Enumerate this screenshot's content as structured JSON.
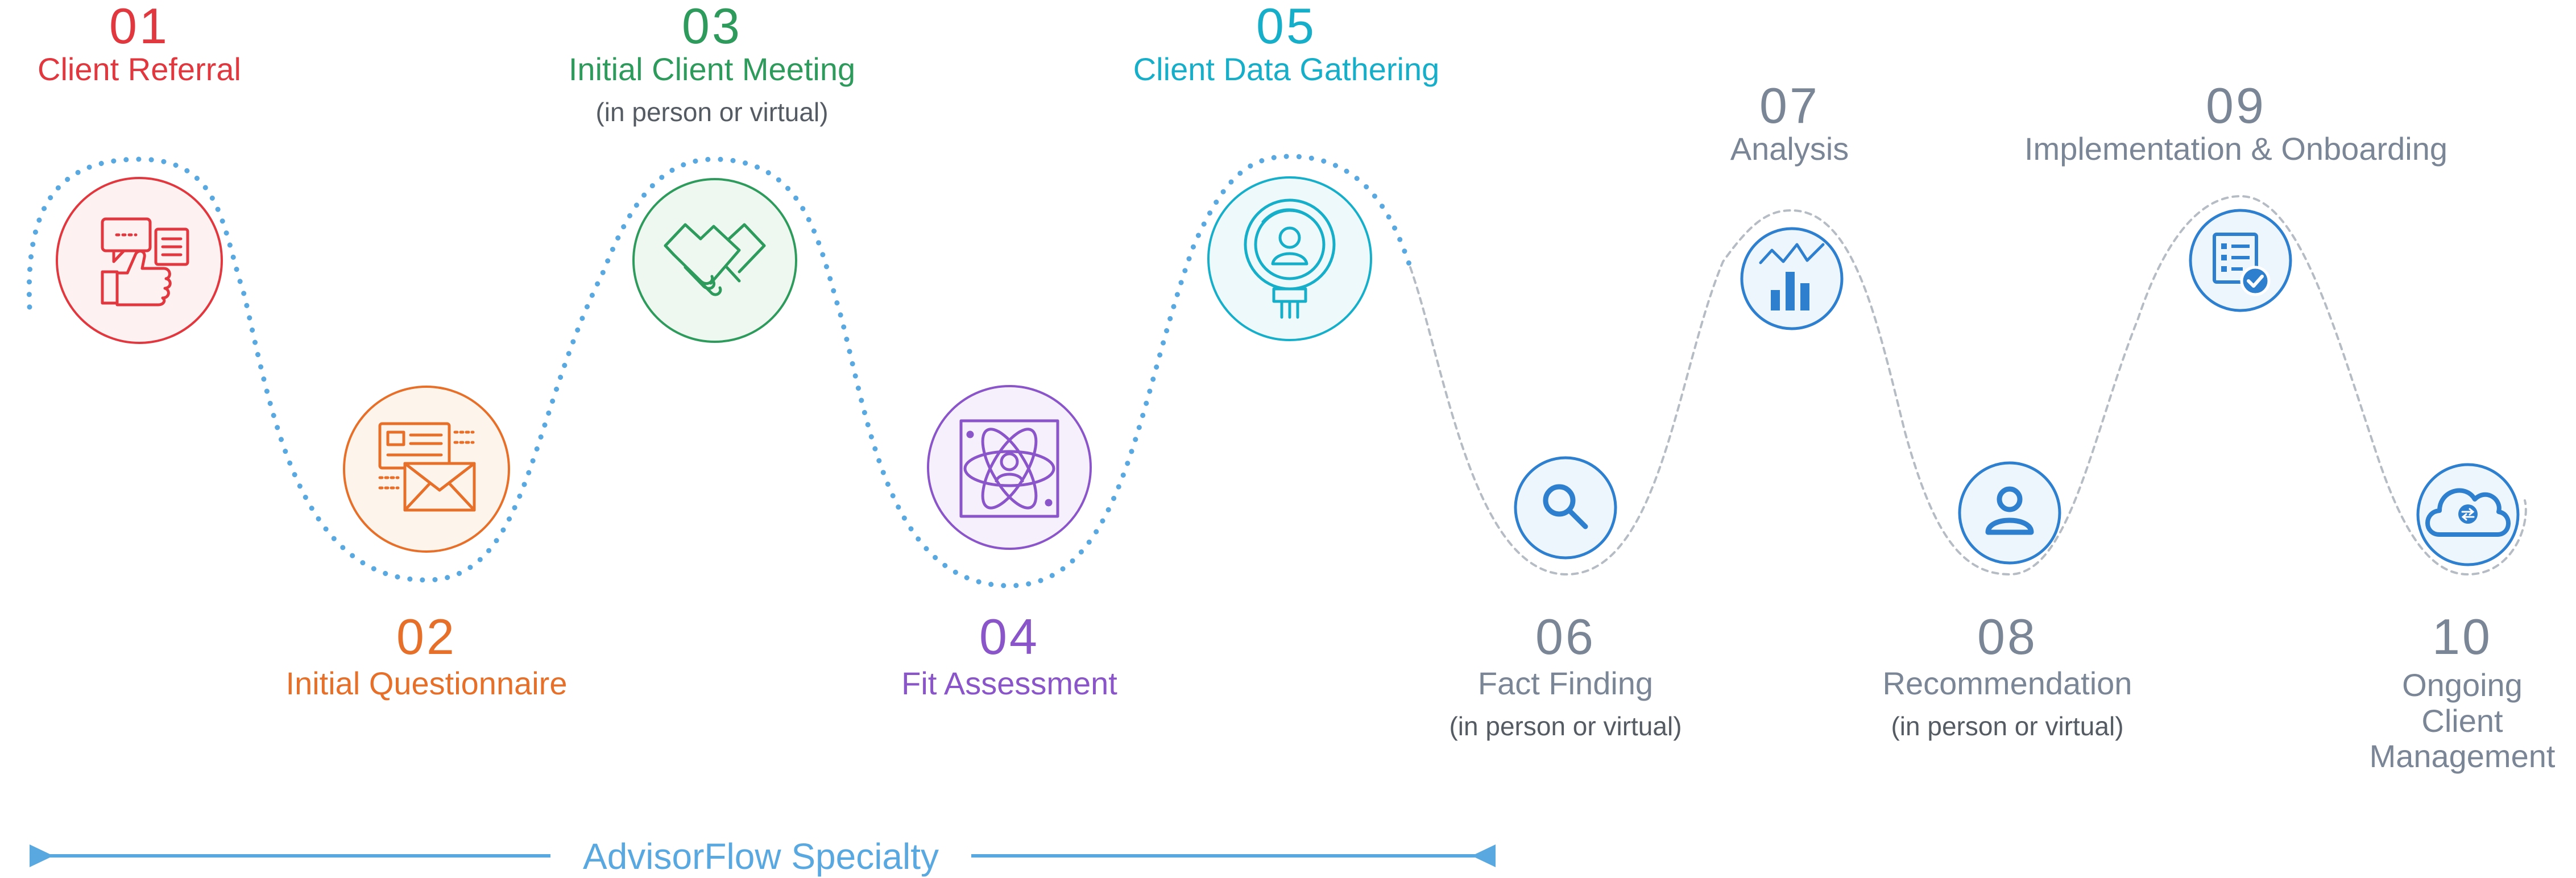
{
  "steps": [
    {
      "number": "01",
      "title": "Client Referral",
      "subtitle": "",
      "color": "#e0383e",
      "icon": "thumbs-up-chat-icon"
    },
    {
      "number": "02",
      "title": "Initial Questionnaire",
      "subtitle": "",
      "color": "#e6702a",
      "icon": "envelope-form-icon"
    },
    {
      "number": "03",
      "title": "Initial Client Meeting",
      "subtitle": "(in person or virtual)",
      "color": "#2e9b5c",
      "icon": "handshake-icon"
    },
    {
      "number": "04",
      "title": "Fit Assessment",
      "subtitle": "",
      "color": "#8a55c9",
      "icon": "atom-person-icon"
    },
    {
      "number": "05",
      "title": "Client Data Gathering",
      "subtitle": "",
      "color": "#16aec8",
      "icon": "person-magnifier-icon"
    },
    {
      "number": "06",
      "title": "Fact Finding",
      "subtitle": "(in person or virtual)",
      "color": "#7a8596",
      "icon": "search-icon"
    },
    {
      "number": "07",
      "title": "Analysis",
      "subtitle": "",
      "color": "#7a8596",
      "icon": "bar-chart-icon"
    },
    {
      "number": "08",
      "title": "Recommendation",
      "subtitle": "(in person or virtual)",
      "color": "#7a8596",
      "icon": "user-icon"
    },
    {
      "number": "09",
      "title": "Implementation & Onboarding",
      "subtitle": "",
      "color": "#7a8596",
      "icon": "checklist-icon"
    },
    {
      "number": "10",
      "title": "Ongoing Client\nManagement",
      "subtitle": "",
      "color": "#7a8596",
      "icon": "cloud-sync-icon"
    }
  ],
  "specialty": {
    "label": "AdvisorFlow Specialty",
    "color": "#5aa8e0"
  },
  "colors": {
    "primary_path": "#5aa8e0",
    "secondary_path": "#b6bcc4",
    "blue_icon": "#2f7fcf",
    "blue_fill": "#eef6fd"
  }
}
